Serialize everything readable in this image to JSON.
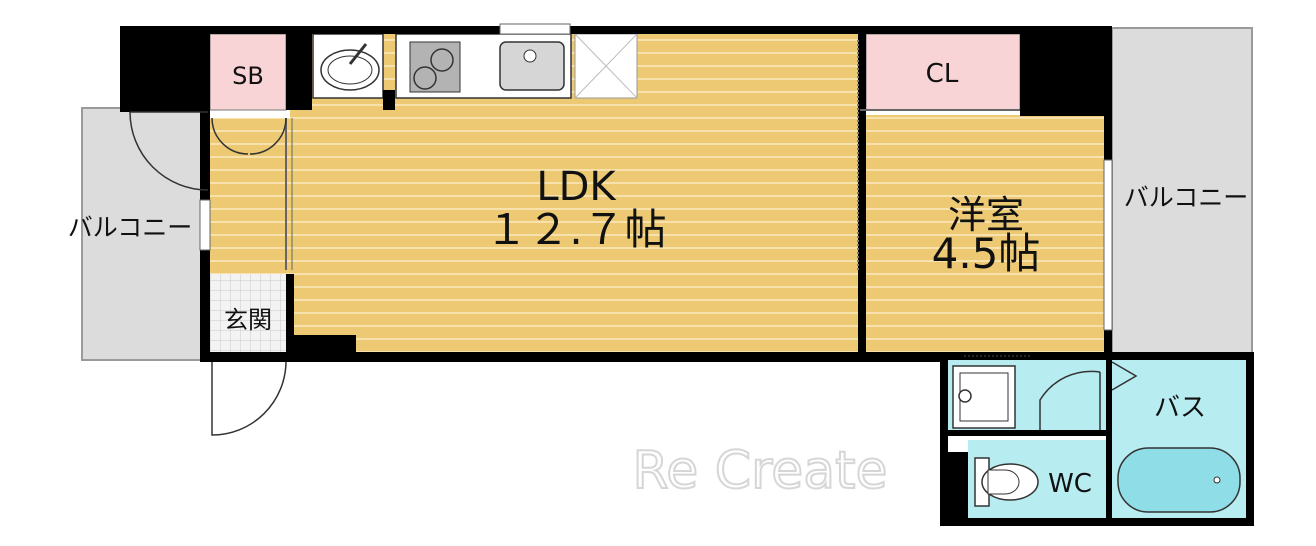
{
  "rooms": {
    "ldk_name": "LDK",
    "ldk_size": "１２.７帖",
    "western_name": "洋室",
    "western_size": "4.5帖",
    "entrance": "玄関",
    "shoe_box": "SB",
    "closet": "CL",
    "bath": "バス",
    "toilet": "WC",
    "balcony_left": "バルコニー",
    "balcony_right": "バルコニー"
  },
  "watermark": "Re Create",
  "colors": {
    "floor": "#edc974",
    "floor_stripe": "#ffffff",
    "wall": "#000000",
    "balcony": "#dcdcdc",
    "storage": "#f8d4d6",
    "water": "#b7ecf1",
    "entrance_tile": "#e6e6e6",
    "watermark": "#dedede"
  }
}
